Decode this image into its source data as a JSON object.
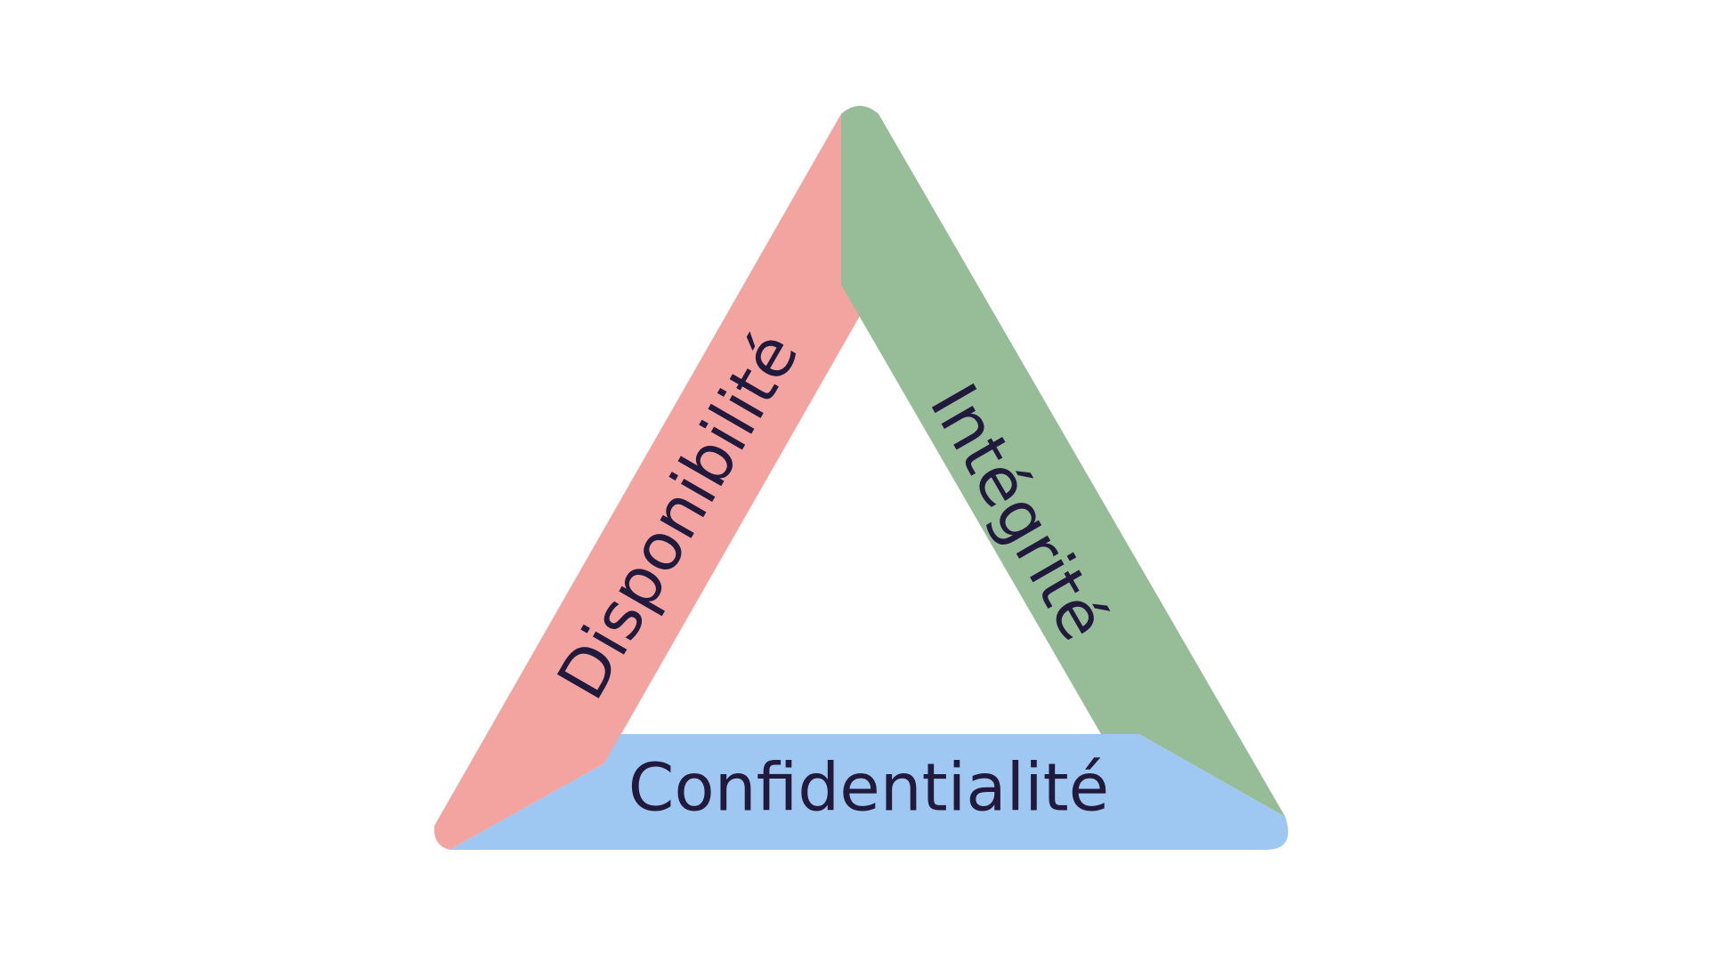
{
  "diagram": {
    "sides": {
      "left": {
        "label": "Disponibilité",
        "color": "#f4a4a0"
      },
      "right": {
        "label": "Intégrité",
        "color": "#97bc98"
      },
      "bottom": {
        "label": "Confidentialité",
        "color": "#9ec7f2"
      }
    },
    "text_color": "#211a3d",
    "background": "#ffffff"
  }
}
